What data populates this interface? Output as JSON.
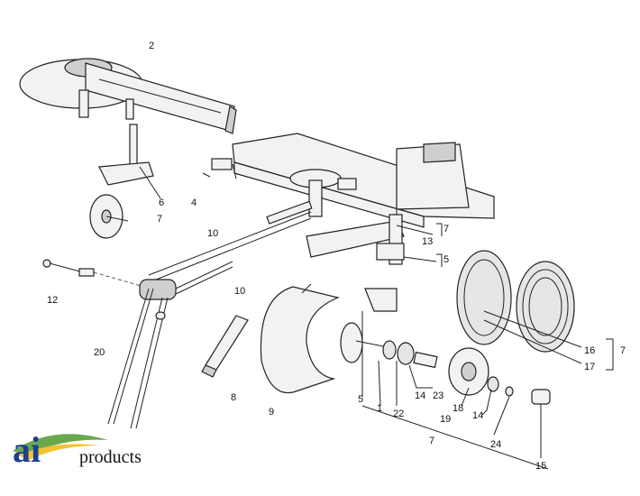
{
  "labels": {
    "l2": "2",
    "l6": "6",
    "l7a": "7",
    "l4": "4",
    "l7b": "7",
    "l13": "13",
    "l5a": "5",
    "l10a": "10",
    "l10b": "10",
    "l12": "12",
    "l20": "20",
    "l8": "8",
    "l9": "9",
    "l5b": "5",
    "l1": "1",
    "l22": "22",
    "l14a": "14",
    "l23": "23",
    "l18": "18",
    "l19": "19",
    "l14b": "14",
    "l24": "24",
    "l15": "15",
    "l7c": "7",
    "l16": "16",
    "l17": "17",
    "l7d": "7"
  },
  "logo": {
    "mark": "ai",
    "text": "products"
  },
  "colors": {
    "logo_blue": "#1d3f8f",
    "logo_green": "#6aa84f",
    "logo_yellow": "#f1c232"
  }
}
